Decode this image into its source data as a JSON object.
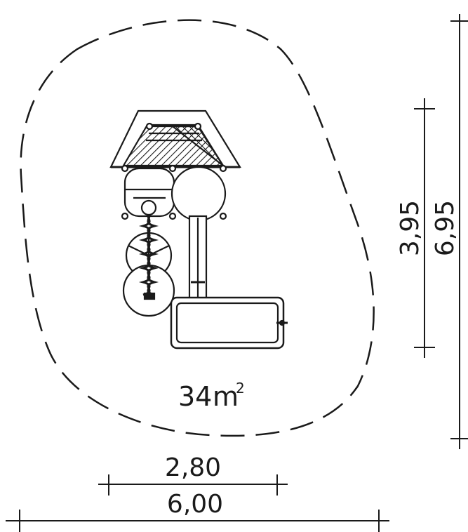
{
  "area": {
    "value": "34",
    "unit": "m",
    "superscript": "2"
  },
  "dimensions": {
    "width_inner": "2,80",
    "width_outer": "6,00",
    "height_inner": "3,95",
    "height_outer": "6,95"
  },
  "colors": {
    "line": "#1a1a1a",
    "background": "#ffffff",
    "structure_fill": "#f4f4f4"
  }
}
